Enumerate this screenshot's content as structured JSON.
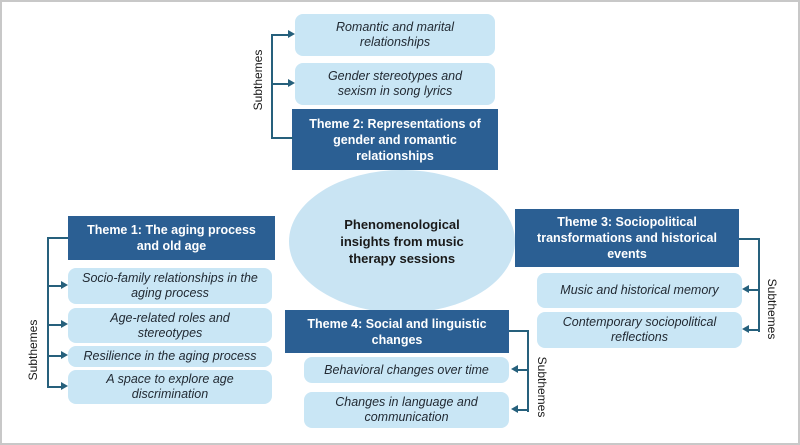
{
  "colors": {
    "theme_fill": "#2b5f93",
    "subtheme_fill": "#c9e6f5",
    "ellipse_fill": "#c9e4f3",
    "connector": "#26607c",
    "theme_text": "#ffffff",
    "subtheme_text": "#222a33",
    "center_text": "#1a1a1a",
    "border": "#c8c8c8"
  },
  "center": {
    "label": "Phenomenological insights from music therapy sessions"
  },
  "groups": {
    "top": {
      "theme_label": "Theme 2: Representations of gender and romantic relationships",
      "subthemes_label": "Subthemes",
      "subthemes": [
        "Romantic and marital relationships",
        "Gender stereotypes and sexism in song lyrics"
      ]
    },
    "left": {
      "theme_label": "Theme 1: The aging process and old age",
      "subthemes_label": "Subthemes",
      "subthemes": [
        "Socio-family relationships in the aging process",
        "Age-related roles and stereotypes",
        "Resilience in the aging process",
        "A space to explore age discrimination"
      ]
    },
    "right": {
      "theme_label": "Theme 3: Sociopolitical transformations and historical events",
      "subthemes_label": "Subthemes",
      "subthemes": [
        "Music and historical memory",
        "Contemporary sociopolitical reflections"
      ]
    },
    "bottom": {
      "theme_label": "Theme 4: Social and linguistic changes",
      "subthemes_label": "Subthemes",
      "subthemes": [
        "Behavioral changes over time",
        "Changes in language and communication"
      ]
    }
  }
}
